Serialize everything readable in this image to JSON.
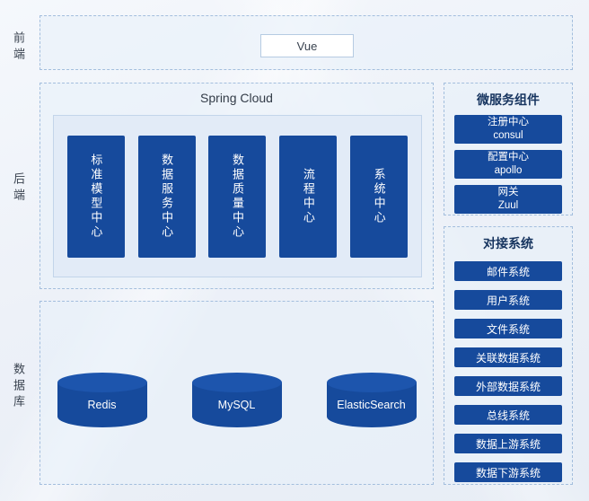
{
  "colors": {
    "primary": "#164a9c",
    "dashed_border": "#a3bedd"
  },
  "rows": {
    "frontend_label": "前端",
    "backend_label": "后端",
    "database_label": "数据库"
  },
  "frontend": {
    "vue_label": "Vue"
  },
  "backend": {
    "title": "Spring Cloud",
    "centers": [
      "标准模型中心",
      "数据服务中心",
      "数据质量中心",
      "流程中心",
      "系统中心"
    ]
  },
  "microservices": {
    "title": "微服务组件",
    "items": [
      {
        "line1": "注册中心",
        "line2": "consul"
      },
      {
        "line1": "配置中心",
        "line2": "apollo"
      },
      {
        "line1": "网关",
        "line2": "Zuul"
      }
    ]
  },
  "integration": {
    "title": "对接系统",
    "items": [
      "邮件系统",
      "用户系统",
      "文件系统",
      "关联数据系统",
      "外部数据系统",
      "总线系统",
      "数据上游系统",
      "数据下游系统"
    ]
  },
  "databases": {
    "items": [
      "Redis",
      "MySQL",
      "ElasticSearch"
    ]
  }
}
